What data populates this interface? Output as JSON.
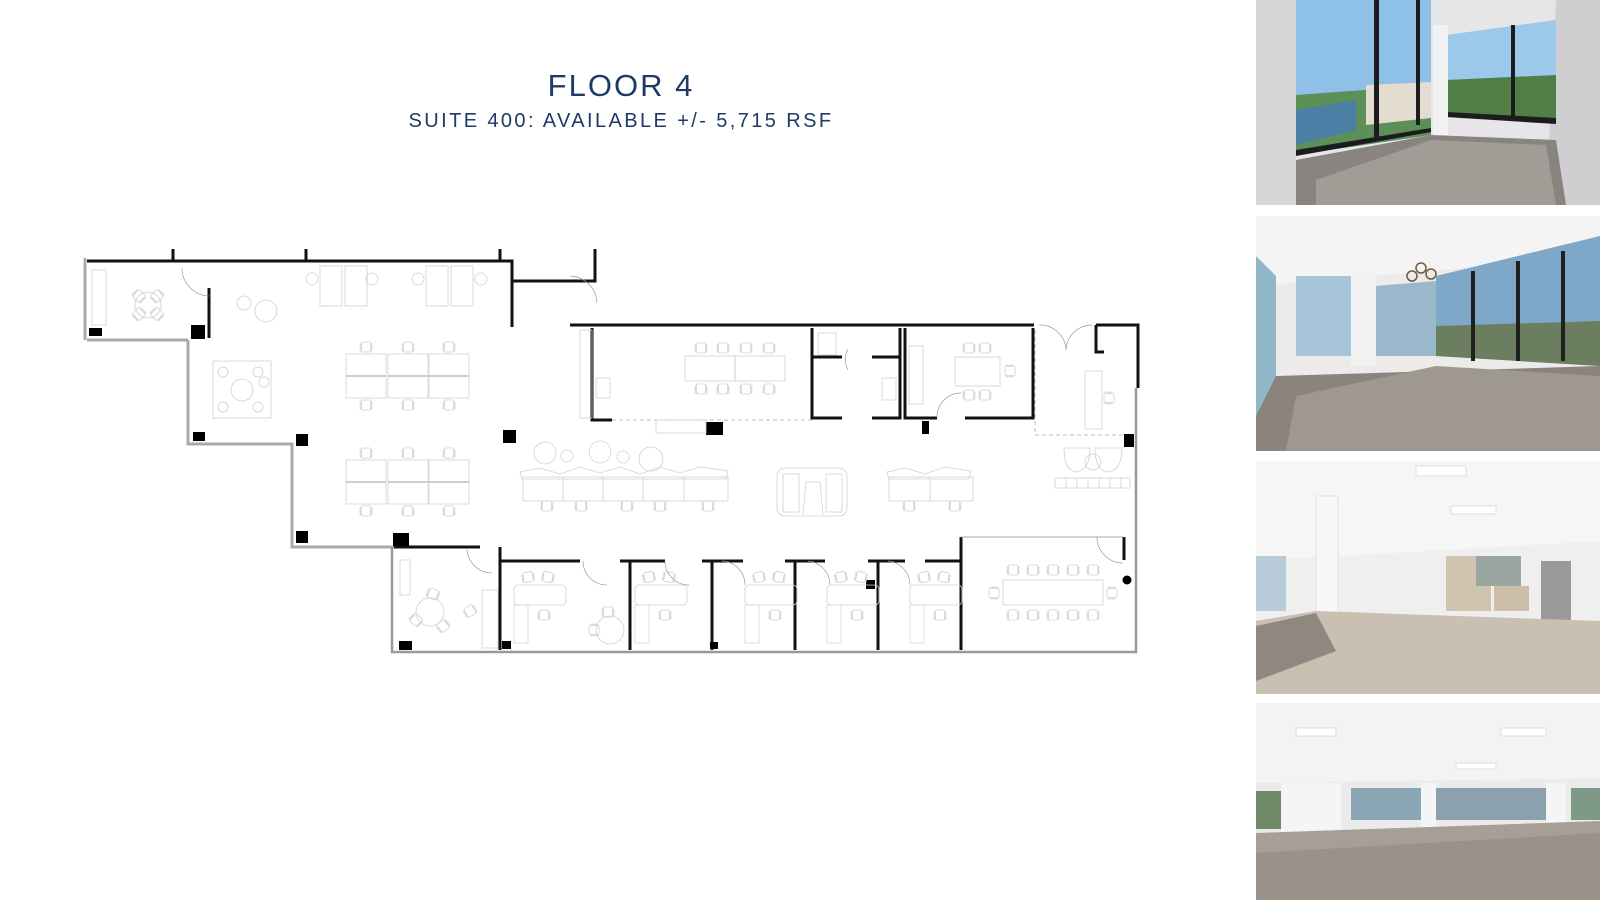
{
  "header": {
    "title": "FLOOR 4",
    "subtitle": "SUITE 400: AVAILABLE +/- 5,715 RSF"
  },
  "colors": {
    "title": "#1f3a66",
    "wall": "#111111",
    "furniture": "#c8c8c8",
    "column": "#000000"
  },
  "floor_plan": {
    "floor": "4",
    "suite": "400",
    "area_rsf": "5,715",
    "rooms": [
      {
        "name": "corner-meeting-room-top-left",
        "furniture": "round table with 4 chairs"
      },
      {
        "name": "open-workstations",
        "furniture": "12 benching desks, lounge seating"
      },
      {
        "name": "break-room",
        "furniture": "kitchenette with sink, 2 tables with 8 chairs"
      },
      {
        "name": "storage-rooms",
        "furniture": "2 small rooms"
      },
      {
        "name": "small-conference-room",
        "furniture": "table with 5 chairs"
      },
      {
        "name": "reception",
        "furniture": "desk, lounge chairs"
      },
      {
        "name": "corner-meeting-room-bottom-left",
        "furniture": "round table with 4 chairs"
      },
      {
        "name": "private-offices",
        "count": 5
      },
      {
        "name": "large-conference-room",
        "furniture": "table with 12 chairs"
      }
    ]
  },
  "photos": [
    {
      "name": "photo-corner-office-waterview",
      "description": "Corner office with floor-to-ceiling windows overlooking water"
    },
    {
      "name": "photo-open-area-windows",
      "description": "Open area with corner windows and ring pendant light"
    },
    {
      "name": "photo-kitchenette-open-space",
      "description": "Open space with kitchenette and refrigerator"
    },
    {
      "name": "photo-large-open-floor",
      "description": "Large open floor with perimeter windows"
    }
  ]
}
